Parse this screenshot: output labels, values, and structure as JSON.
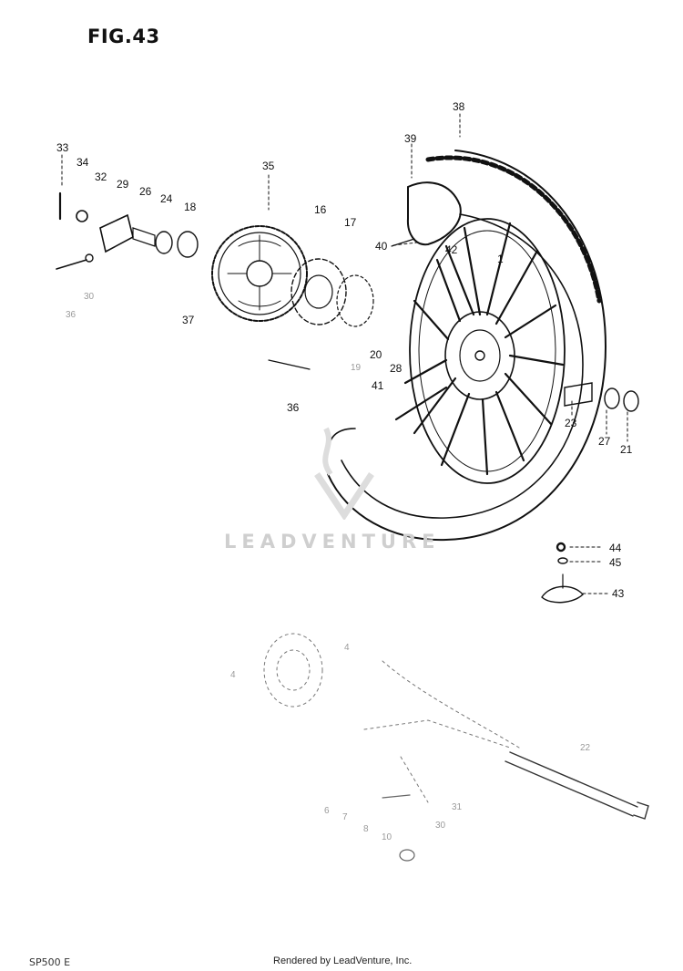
{
  "figure": {
    "title": "FIG.43"
  },
  "watermark": {
    "text": "LEADVENTURE"
  },
  "footer": {
    "code": "SP500 E",
    "credit": "Rendered by LeadVenture, Inc."
  },
  "callouts": {
    "c33": "33",
    "c34": "34",
    "c32": "32",
    "c29": "29",
    "c26": "26",
    "c24": "24",
    "c18": "18",
    "c35": "35",
    "c16": "16",
    "c17": "17",
    "c30": "30",
    "c36a": "36",
    "c37": "37",
    "c20": "20",
    "c19": "19",
    "c28": "28",
    "c41": "41",
    "c36b": "36",
    "c39": "39",
    "c38": "38",
    "c40": "40",
    "c42": "42",
    "c1": "1",
    "c23": "23",
    "c27": "27",
    "c21": "21",
    "c44": "44",
    "c45": "45",
    "c43": "43",
    "f4a": "4",
    "f4b": "4",
    "f22": "22",
    "f31": "31",
    "f10": "10",
    "f6": "6",
    "f7": "7",
    "f8": "8",
    "f30": "30"
  },
  "colors": {
    "ink": "#111111",
    "watermark": "#cfcfcf",
    "faint": "#9a9a9a"
  }
}
